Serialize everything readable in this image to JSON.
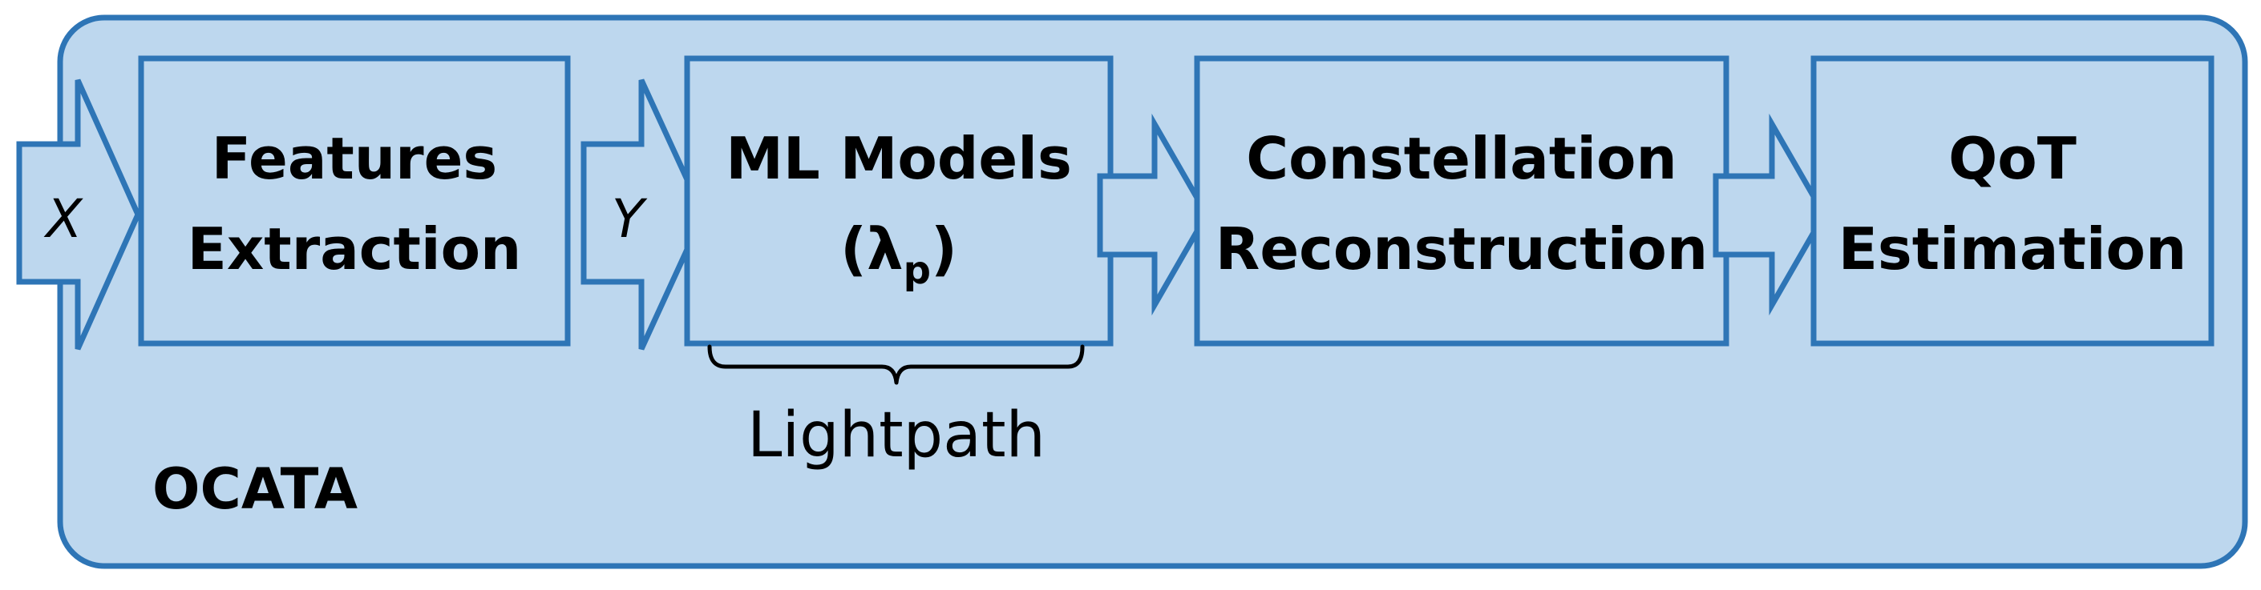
{
  "container": {
    "label": "OCATA"
  },
  "inputs": {
    "x": "X",
    "y": "Y"
  },
  "blocks": [
    {
      "line1": "Features",
      "line2": "Extraction"
    },
    {
      "line1": "ML Models",
      "line2_prefix": "(λ",
      "line2_sub": "p",
      "line2_suffix": ")"
    },
    {
      "line1": "Constellation",
      "line2": "Reconstruction"
    },
    {
      "line1": "QoT",
      "line2": "Estimation"
    }
  ],
  "brace": {
    "label": "Lightpath"
  },
  "colors": {
    "fill": "#bdd7ee",
    "stroke": "#2e75b6",
    "text": "#000000"
  }
}
